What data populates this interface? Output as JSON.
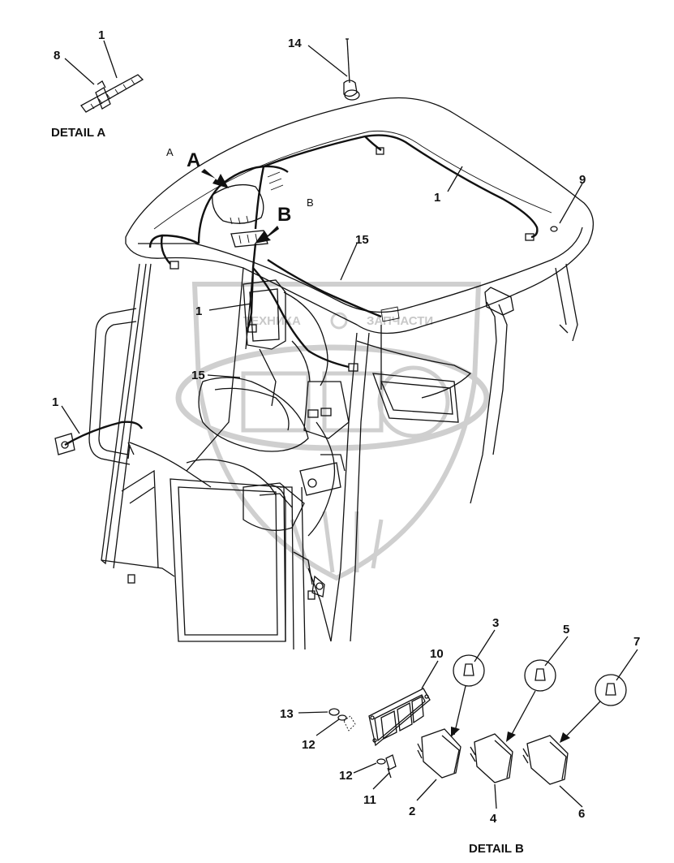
{
  "diagram": {
    "detail_a_caption": "DETAIL A",
    "detail_b_caption": "DETAIL B",
    "view_letter_a": "A",
    "view_letter_b": "B",
    "view_letter_a_small": "A",
    "view_letter_b_small": "B",
    "watermark_left_text": "ТЕХНИКА",
    "watermark_right_text": "ЗАПЧАСТИ",
    "callouts": {
      "c1_detail": "1",
      "c8": "8",
      "c14": "14",
      "c1_roof": "1",
      "c9": "9",
      "c15_top": "15",
      "c1_pillar": "1",
      "c15_mid": "15",
      "c1_left": "1",
      "c3": "3",
      "c5": "5",
      "c7": "7",
      "c10": "10",
      "c13": "13",
      "c12_top": "12",
      "c12_bot": "12",
      "c11": "11",
      "c2": "2",
      "c4": "4",
      "c6": "6"
    },
    "colors": {
      "line": "#111111",
      "watermark": "#c8c8c8"
    }
  }
}
